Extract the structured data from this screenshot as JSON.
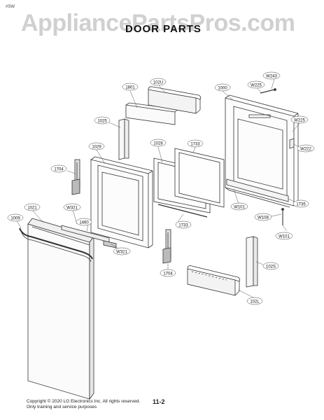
{
  "header": {
    "corner_tag": "#SW",
    "watermark": "AppliancePartsPros.com",
    "title": "DOOR PARTS"
  },
  "callouts": {
    "c1801": "1801",
    "c102u": "102U",
    "c1000": "1000",
    "cw243": "W243",
    "cw225a": "W225",
    "c1025": "1025",
    "c1029": "1029",
    "c1028": "1028",
    "c1733a": "1733",
    "cw225b": "W225",
    "cw222": "W222",
    "c1704a": "1704",
    "c1021": "1021",
    "cw321a": "W321",
    "c1009": "1009",
    "c1460": "1460",
    "cw321b": "W321",
    "c1733b": "1733",
    "cw101a": "W101",
    "c1735": "1735",
    "cw108": "W108",
    "cw101b": "W101",
    "c1704b": "1704",
    "c102s": "102S",
    "c102l": "102L"
  },
  "footer": {
    "copyright_line1": "Copyright © 2020 LG Electronics Inc. All rights reserved.",
    "copyright_line2": "Only training and service purposes",
    "page_number": "11-2"
  }
}
